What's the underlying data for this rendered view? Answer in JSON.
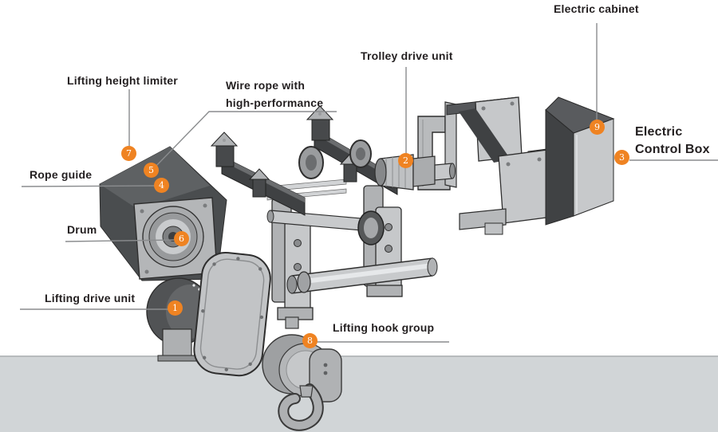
{
  "diagram_type": "exploded-view hoist component diagram",
  "parts": [
    {
      "number": "1",
      "label": "Lifting drive unit"
    },
    {
      "number": "2",
      "label": "Trolley drive unit"
    },
    {
      "number": "3",
      "label": "Electric Control Box",
      "label_line1": "Electric",
      "label_line2": "Control Box"
    },
    {
      "number": "4",
      "label": "Rope guide"
    },
    {
      "number": "5",
      "label": "Wire rope with high-performance",
      "label_line1": "Wire rope with",
      "label_line2": "high-performance"
    },
    {
      "number": "6",
      "label": "Drum"
    },
    {
      "number": "7",
      "label": "Lifting height limiter"
    },
    {
      "number": "8",
      "label": "Lifting hook group"
    },
    {
      "number": "9",
      "label": "Electric cabinet"
    }
  ],
  "colors": {
    "background": "#FFFFFF",
    "marker_fill": "#EF8322",
    "marker_text": "#FFFFFF",
    "label_text": "#231F20",
    "leader_line": "#8A8C8E",
    "floor_fill": "#D1D5D7",
    "floor_edge": "#B7BBBD"
  }
}
